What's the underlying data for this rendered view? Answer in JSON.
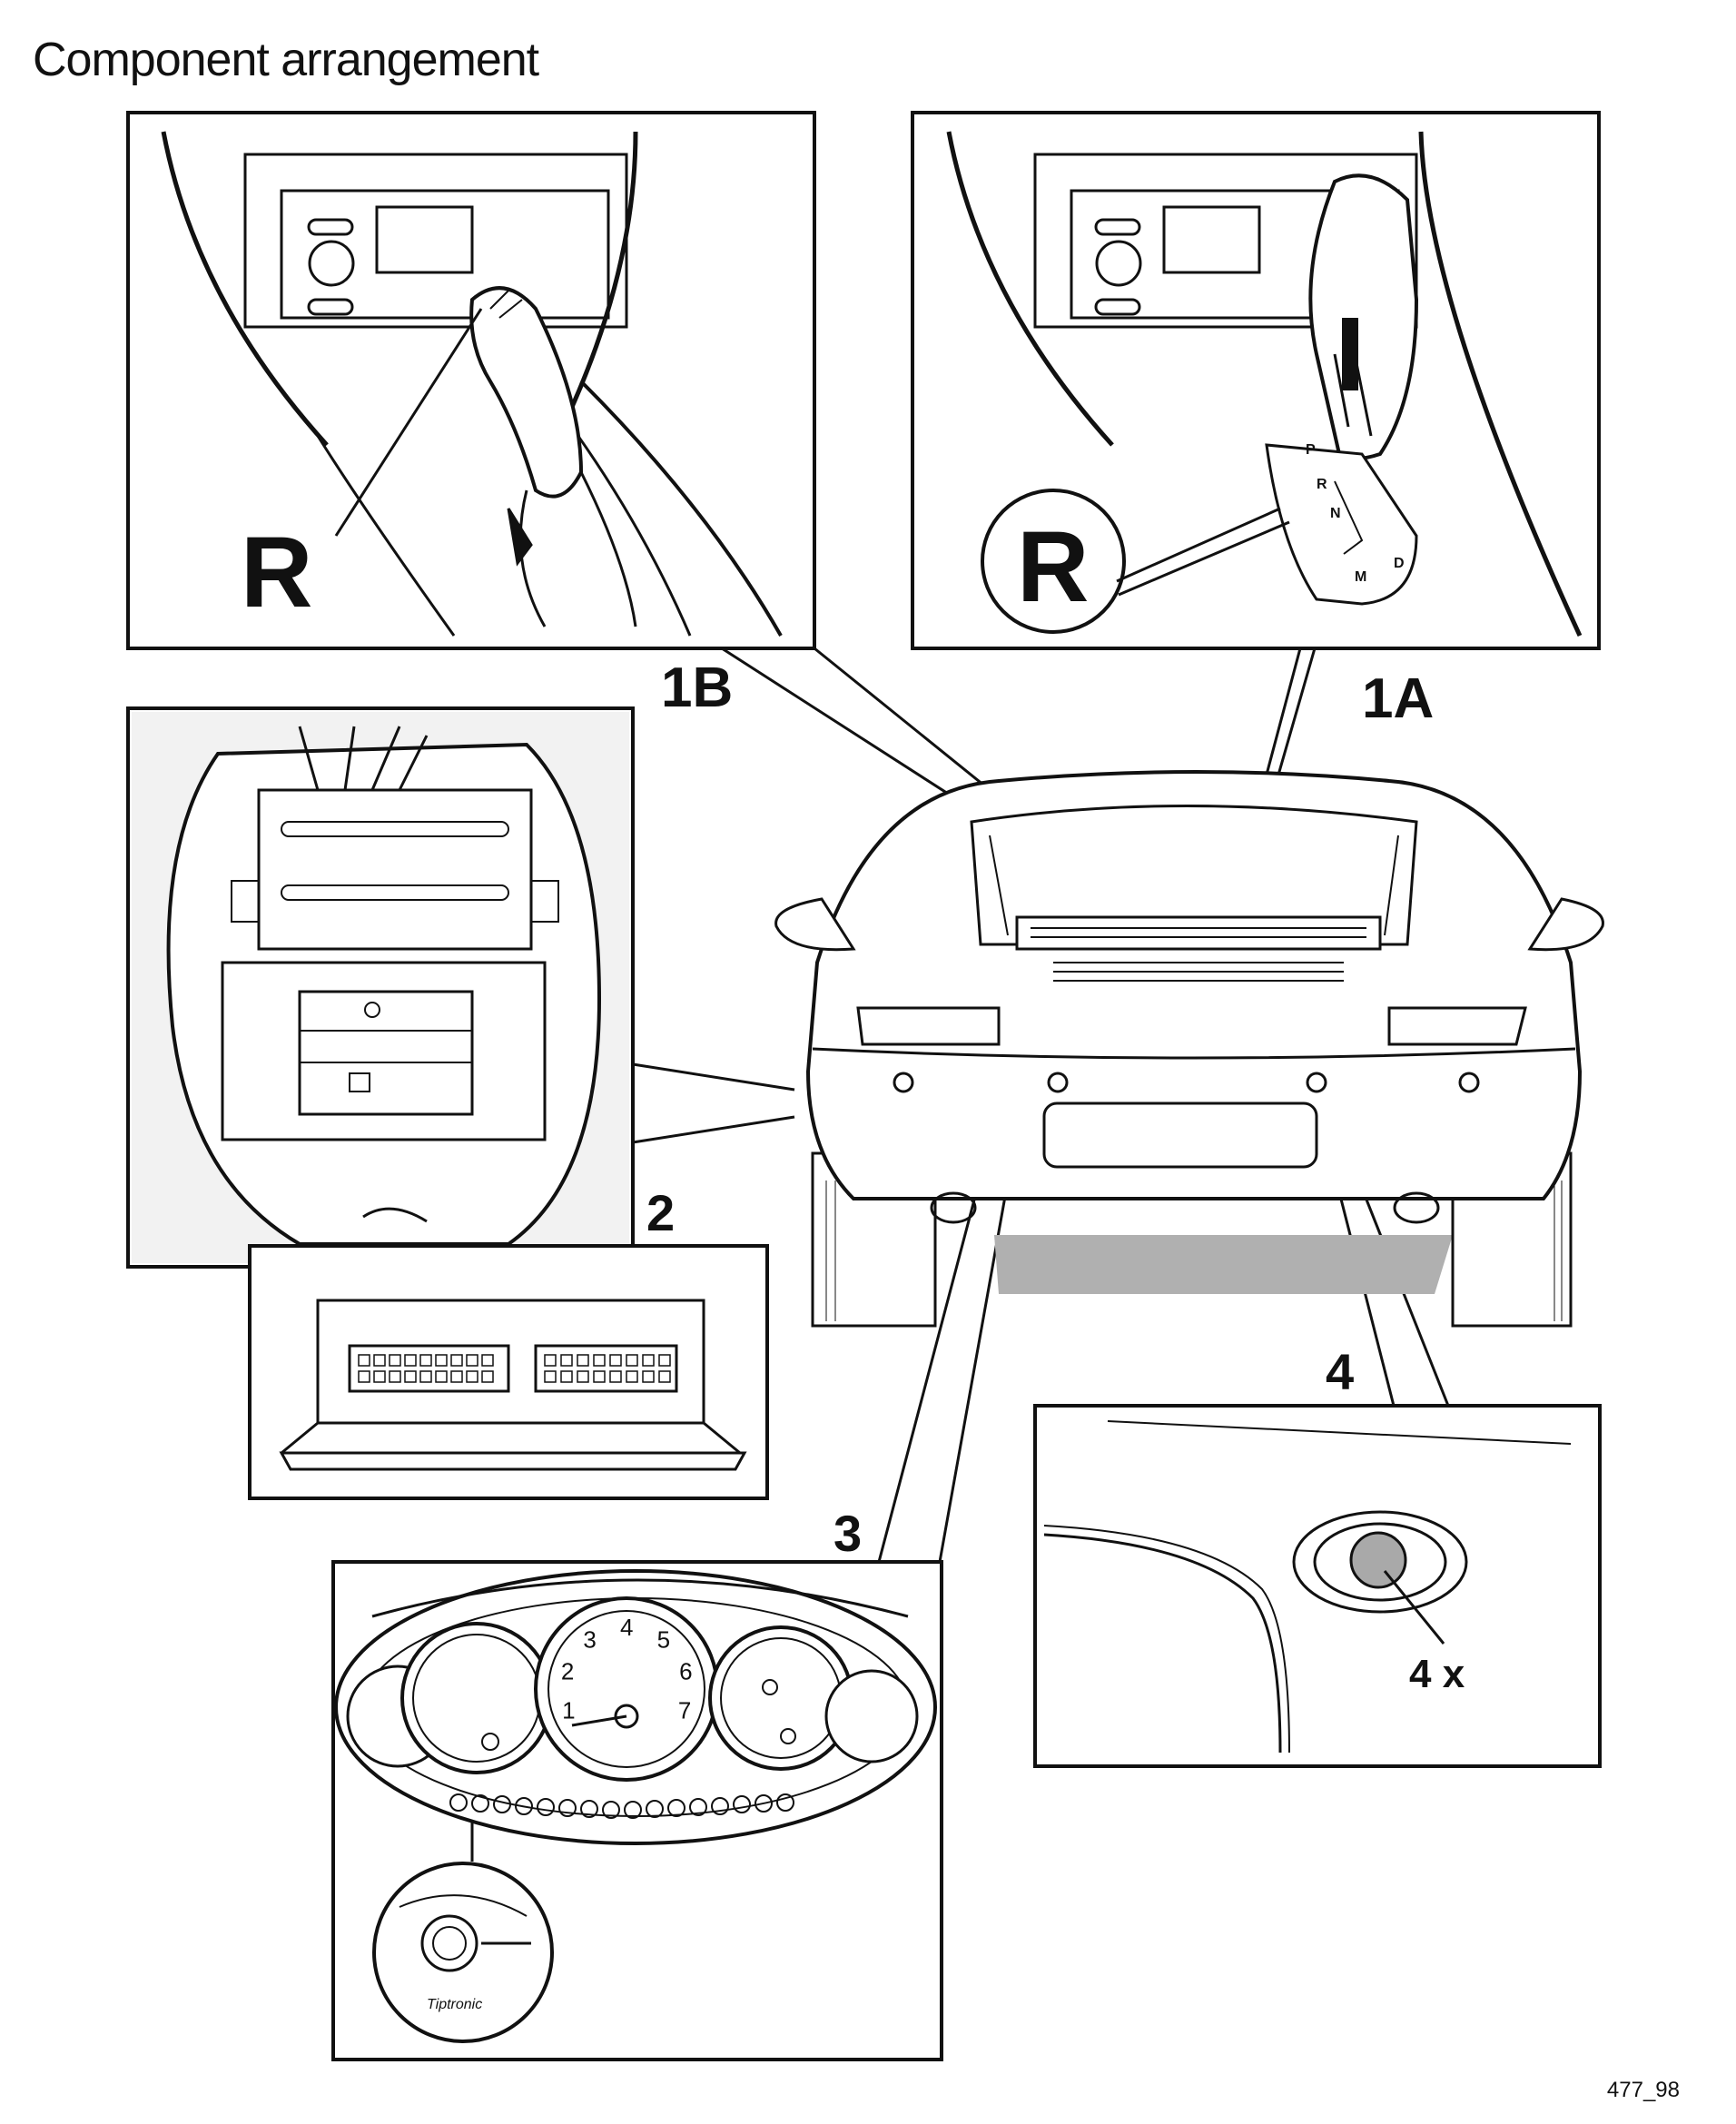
{
  "title": "Component arrangement",
  "figure_id": "477_98",
  "callouts": {
    "c1b": "1B",
    "c1a": "1A",
    "c2": "2",
    "c3": "3",
    "c4": "4",
    "c4x": "4 x"
  },
  "reverse_letter_left": "R",
  "reverse_letter_right": "R",
  "gear_gate": {
    "p": "P",
    "r": "R",
    "n": "N",
    "m": "M",
    "d": "D"
  },
  "tachometer_numbers": [
    "1",
    "2",
    "3",
    "4",
    "5",
    "6",
    "7"
  ],
  "logo_text": "Tiptronic"
}
